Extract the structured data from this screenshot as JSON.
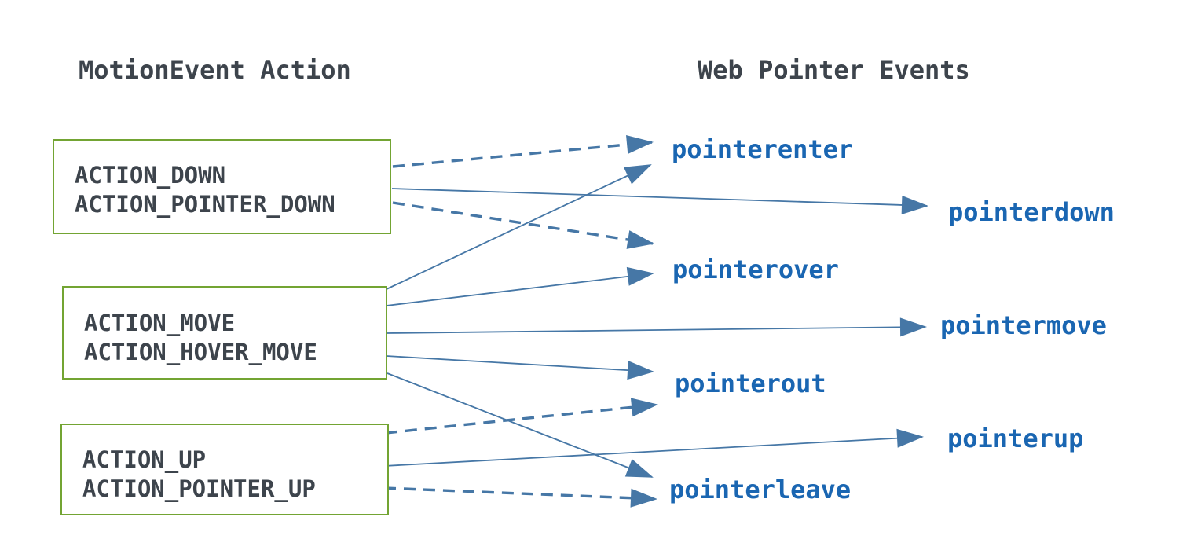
{
  "diagram": {
    "left_header": "MotionEvent Action",
    "right_header": "Web Pointer Events",
    "boxes": [
      {
        "id": "down",
        "lines": [
          "ACTION_DOWN",
          "ACTION_POINTER_DOWN"
        ]
      },
      {
        "id": "move",
        "lines": [
          "ACTION_MOVE",
          "ACTION_HOVER_MOVE"
        ]
      },
      {
        "id": "up",
        "lines": [
          "ACTION_UP",
          "ACTION_POINTER_UP"
        ]
      }
    ],
    "events": [
      "pointerenter",
      "pointerdown",
      "pointerover",
      "pointermove",
      "pointerout",
      "pointerup",
      "pointerleave"
    ],
    "connections": [
      {
        "from": "down",
        "to": "pointerenter",
        "style": "dashed"
      },
      {
        "from": "down",
        "to": "pointerdown",
        "style": "solid"
      },
      {
        "from": "down",
        "to": "pointerover",
        "style": "dashed"
      },
      {
        "from": "move",
        "to": "pointerenter",
        "style": "solid"
      },
      {
        "from": "move",
        "to": "pointerover",
        "style": "solid"
      },
      {
        "from": "move",
        "to": "pointermove",
        "style": "solid"
      },
      {
        "from": "move",
        "to": "pointerout",
        "style": "solid"
      },
      {
        "from": "move",
        "to": "pointerleave",
        "style": "solid"
      },
      {
        "from": "up",
        "to": "pointerout",
        "style": "dashed"
      },
      {
        "from": "up",
        "to": "pointerup",
        "style": "solid"
      },
      {
        "from": "up",
        "to": "pointerleave",
        "style": "dashed"
      }
    ],
    "colors": {
      "box_border": "#73a433",
      "event_text": "#1a66b2",
      "arrow": "#4677a6",
      "heading_text": "#3d444c"
    }
  }
}
